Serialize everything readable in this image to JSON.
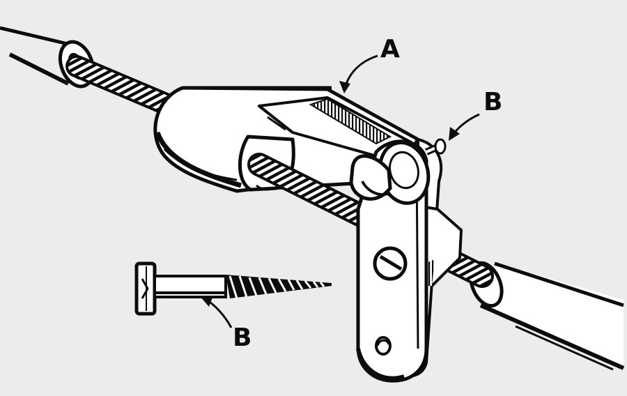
{
  "labels": {
    "a": "A",
    "b_top": "B",
    "b_bottom": "B"
  },
  "colors": {
    "ink": "#0c0c0c",
    "paper": "#ececec",
    "white": "#ffffff"
  }
}
